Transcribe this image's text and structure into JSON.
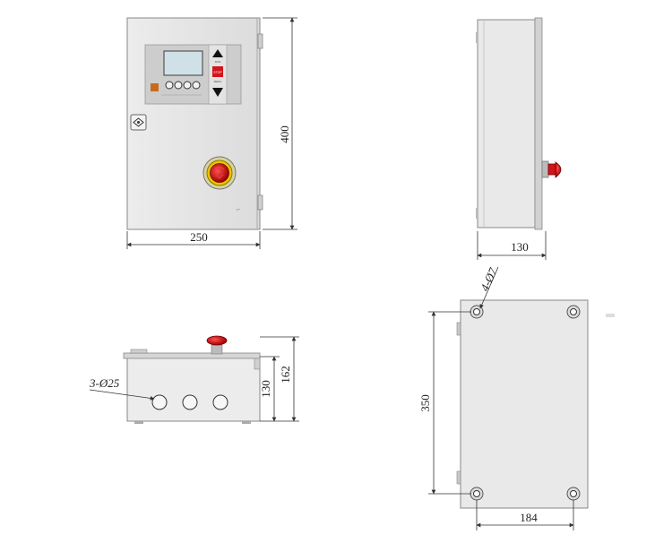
{
  "views": {
    "front": {
      "width_label": "250",
      "height_label": "400",
      "control_panel": {
        "button_up_caption": "RUN",
        "button_stop_label": "STOP",
        "button_down_caption": "MENU"
      }
    },
    "side": {
      "depth_label": "130"
    },
    "bottom": {
      "hole_label": "3-Ø25",
      "inner_height_label": "130",
      "total_height_label": "162"
    },
    "back": {
      "hole_label": "4-Ø7",
      "height_label": "350",
      "width_label": "184"
    }
  },
  "colors": {
    "cabinet_fill": "#e6e6e6",
    "cabinet_stroke": "#888888",
    "panel_fill": "#cccccc",
    "screen_fill": "#c8dde3",
    "estop_red": "#d2141e",
    "estop_ring": "#e8c400",
    "brand_logo": "#c86a1e",
    "dimension_lines": "#333333"
  }
}
